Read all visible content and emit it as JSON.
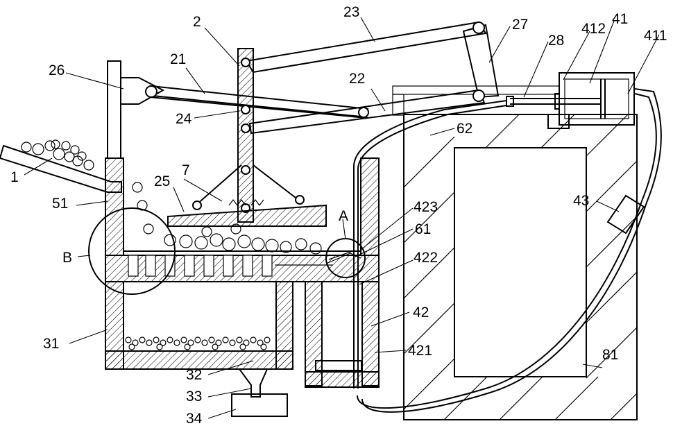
{
  "labels": {
    "l1": "1",
    "l2": "2",
    "l21": "21",
    "l22": "22",
    "l23": "23",
    "l24": "24",
    "l25": "25",
    "l26": "26",
    "l27": "27",
    "l28": "28",
    "l31": "31",
    "l32": "32",
    "l33": "33",
    "l34": "34",
    "l41": "41",
    "l411": "411",
    "l412": "412",
    "l42": "42",
    "l421": "421",
    "l422": "422",
    "l423": "423",
    "l43": "43",
    "l51": "51",
    "l61": "61",
    "l62": "62",
    "l7": "7",
    "l81": "81",
    "lA": "A",
    "lB": "B"
  }
}
